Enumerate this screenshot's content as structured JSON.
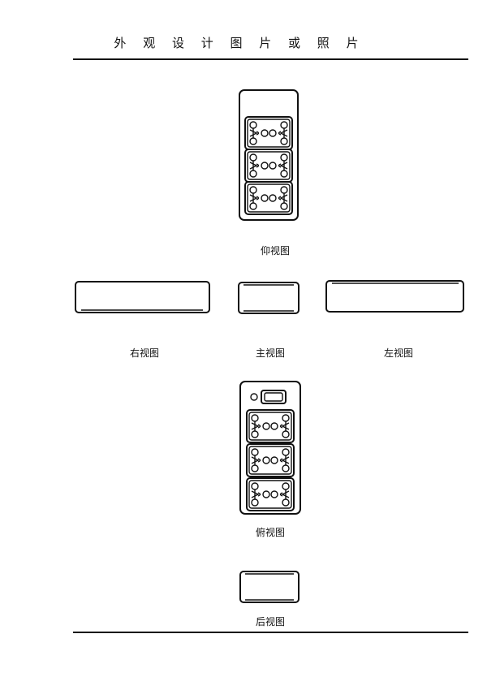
{
  "header": {
    "title": "外 观 设 计 图 片 或 照 片"
  },
  "views": {
    "bottom_view": {
      "label": "仰视图"
    },
    "right_view": {
      "label": "右视图"
    },
    "front_view": {
      "label": "主视图"
    },
    "left_view": {
      "label": "左视图"
    },
    "top_view": {
      "label": "俯视图"
    },
    "back_view": {
      "label": "后视图"
    }
  }
}
